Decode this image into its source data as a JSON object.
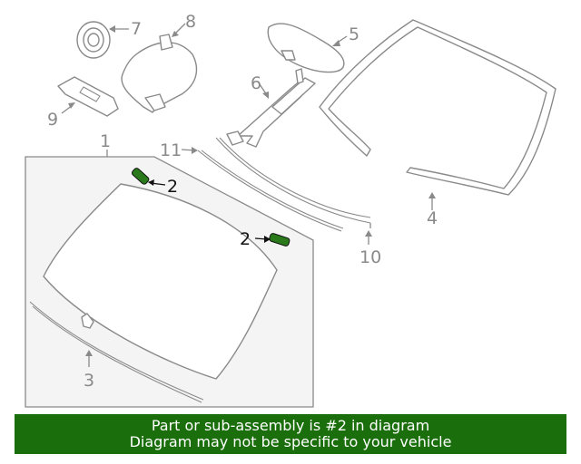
{
  "colors": {
    "highlight": "#2a7a1c",
    "banner_bg": "#1a6e0b",
    "line": "#8a8a8a"
  },
  "callouts": {
    "c1": "1",
    "c2a": "2",
    "c2b": "2",
    "c3": "3",
    "c4": "4",
    "c5": "5",
    "c6": "6",
    "c7": "7",
    "c8": "8",
    "c9": "9",
    "c10": "10",
    "c11": "11"
  },
  "banner": {
    "line1": "Part or sub-assembly is #2 in diagram",
    "line2": "Diagram may not be specific to your vehicle"
  }
}
